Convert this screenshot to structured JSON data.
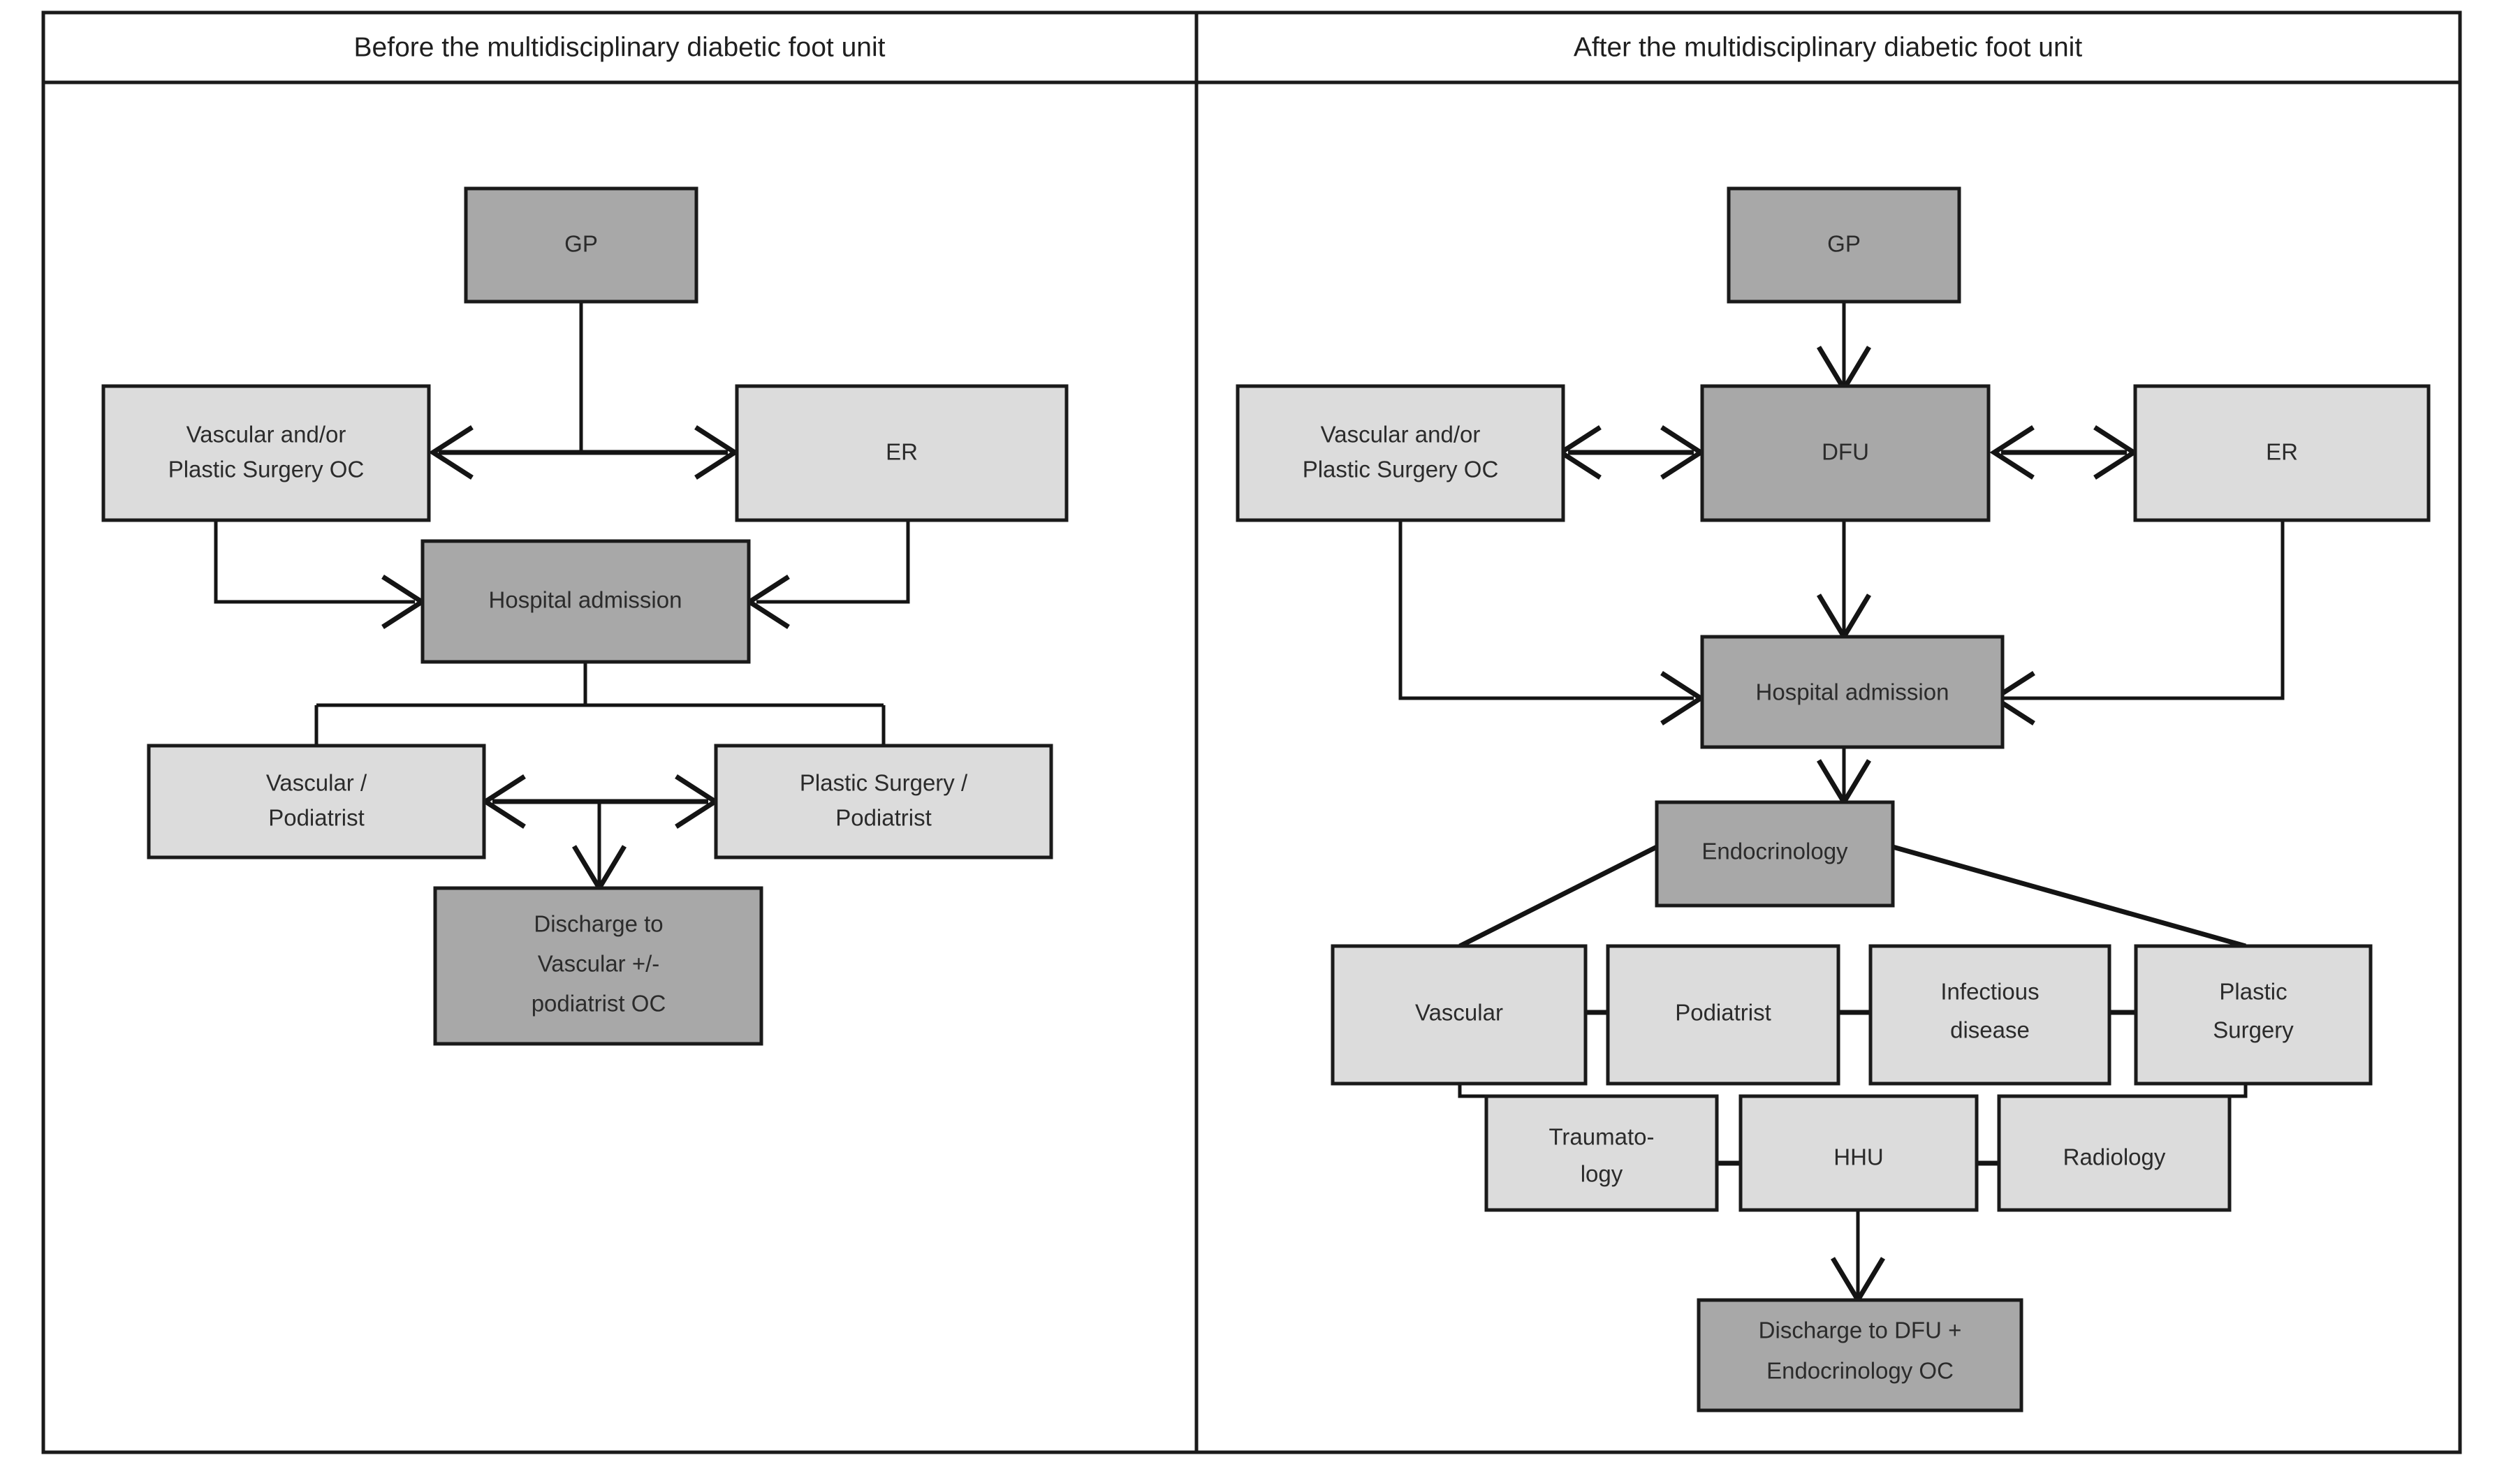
{
  "figure": {
    "panels": [
      {
        "id": "before",
        "title": "Before the multidisciplinary diabetic foot unit",
        "nodes": [
          {
            "id": "gp",
            "label": "GP",
            "shade": "dark"
          },
          {
            "id": "vasc-plastic-oc",
            "line1": "Vascular and/or",
            "line2": "Plastic Surgery OC",
            "shade": "light"
          },
          {
            "id": "er",
            "label": "ER",
            "shade": "light"
          },
          {
            "id": "hospital-admission",
            "label": "Hospital admission",
            "shade": "dark"
          },
          {
            "id": "vascular-podiatrist",
            "line1": "Vascular /",
            "line2": "Podiatrist",
            "shade": "light"
          },
          {
            "id": "plastic-podiatrist",
            "line1": "Plastic Surgery /",
            "line2": "Podiatrist",
            "shade": "light"
          },
          {
            "id": "discharge-vascular",
            "line1": "Discharge to",
            "line2": "Vascular +/-",
            "line3": "podiatrist OC",
            "shade": "dark"
          }
        ]
      },
      {
        "id": "after",
        "title": "After the multidisciplinary diabetic foot unit",
        "nodes": [
          {
            "id": "gp",
            "label": "GP",
            "shade": "dark"
          },
          {
            "id": "vasc-plastic-oc",
            "line1": "Vascular and/or",
            "line2": "Plastic Surgery OC",
            "shade": "light"
          },
          {
            "id": "dfu",
            "label": "DFU",
            "shade": "dark"
          },
          {
            "id": "er",
            "label": "ER",
            "shade": "light"
          },
          {
            "id": "hospital-admission",
            "label": "Hospital admission",
            "shade": "dark"
          },
          {
            "id": "endocrinology",
            "label": "Endocrinology",
            "shade": "dark"
          },
          {
            "id": "vascular",
            "label": "Vascular",
            "shade": "light"
          },
          {
            "id": "podiatrist",
            "label": "Podiatrist",
            "shade": "light"
          },
          {
            "id": "infectious-disease",
            "line1": "Infectious",
            "line2": "disease",
            "shade": "light"
          },
          {
            "id": "plastic-surgery",
            "line1": "Plastic",
            "line2": "Surgery",
            "shade": "light"
          },
          {
            "id": "traumatology",
            "line1": "Traumato-",
            "line2": "logy",
            "shade": "light"
          },
          {
            "id": "hhu",
            "label": "HHU",
            "shade": "light"
          },
          {
            "id": "radiology",
            "label": "Radiology",
            "shade": "light"
          },
          {
            "id": "discharge-dfu",
            "line1": "Discharge to DFU +",
            "line2": "Endocrinology OC",
            "shade": "dark"
          }
        ]
      }
    ],
    "colors": {
      "box_light": "#dcdcdc",
      "box_dark": "#a8a8a8",
      "border": "#1a1a1a",
      "connector": "#141414",
      "background": "#ffffff",
      "text": "#2b2b2b"
    }
  }
}
